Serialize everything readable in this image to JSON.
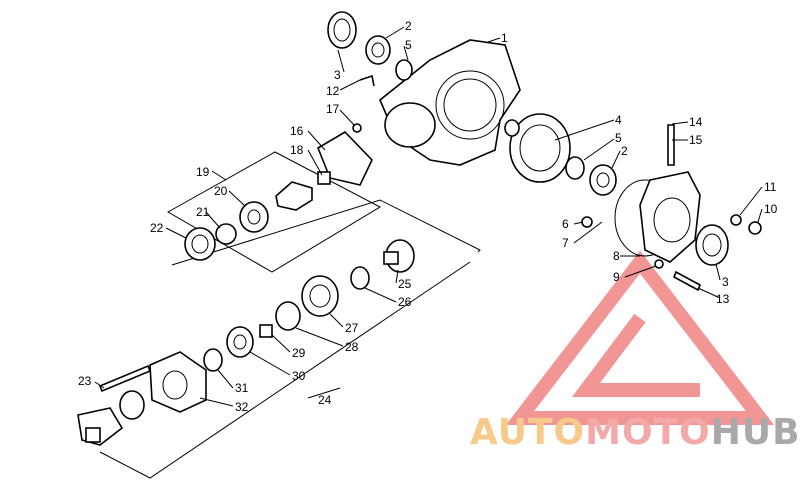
{
  "diagram": {
    "callouts": [
      "1",
      "2",
      "3",
      "4",
      "5",
      "6",
      "7",
      "8",
      "9",
      "10",
      "11",
      "12",
      "13",
      "14",
      "15",
      "16",
      "17",
      "18",
      "19",
      "20",
      "21",
      "22",
      "23",
      "24",
      "25",
      "26",
      "27",
      "28",
      "29",
      "30",
      "31",
      "32"
    ]
  },
  "watermark": {
    "part1": "AUTO",
    "part2": "MOTO",
    "part3": "HUB",
    "colors": {
      "part1": "#f7c98a",
      "part2": "#f4a9a9",
      "part3": "#a9a9a9",
      "logo": "#f08a8a"
    }
  }
}
